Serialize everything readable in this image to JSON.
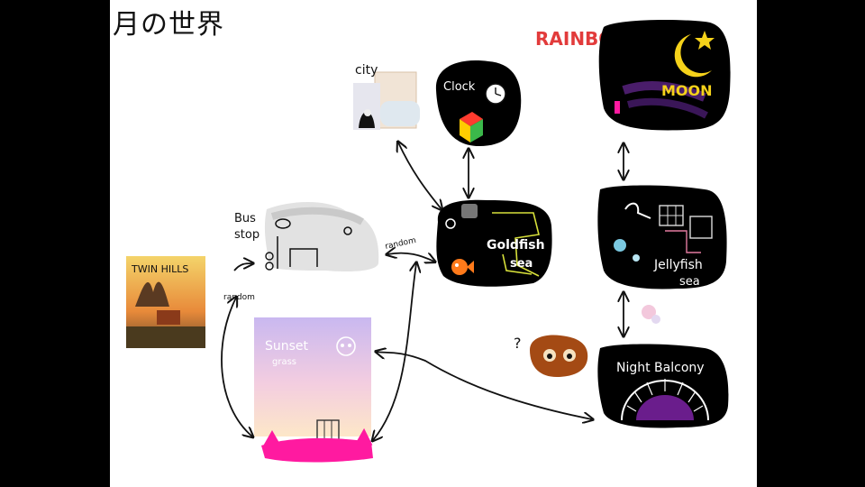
{
  "page": {
    "title": "月の世界"
  },
  "nodes": {
    "city": {
      "label": "city"
    },
    "clock": {
      "label": "Clock"
    },
    "rainbow": {
      "label": "RAINBOW"
    },
    "moon": {
      "label": "MOON"
    },
    "bus_stop": {
      "label_line1": "Bus",
      "label_line2": "stop"
    },
    "goldfish_sea": {
      "label_line1": "Goldfish",
      "label_line2": "sea"
    },
    "jellyfish_sea": {
      "label_line1": "Jellyfish",
      "label_line2": "sea"
    },
    "twin_hills": {
      "label": "TWIN HILLS"
    },
    "sunset_grass": {
      "label_line1": "Sunset",
      "label_line2": "grass"
    },
    "night_balcony": {
      "label": "Night Balcony"
    },
    "unknown": {
      "label": "?"
    }
  },
  "edges": {
    "random_label_1": "random",
    "random_label_2": "random"
  },
  "colors": {
    "background": "#ffffff",
    "frame": "#000000",
    "magenta": "#ff1aa0",
    "purple": "#6a1d8c",
    "moon_yellow": "#f5d21a"
  }
}
